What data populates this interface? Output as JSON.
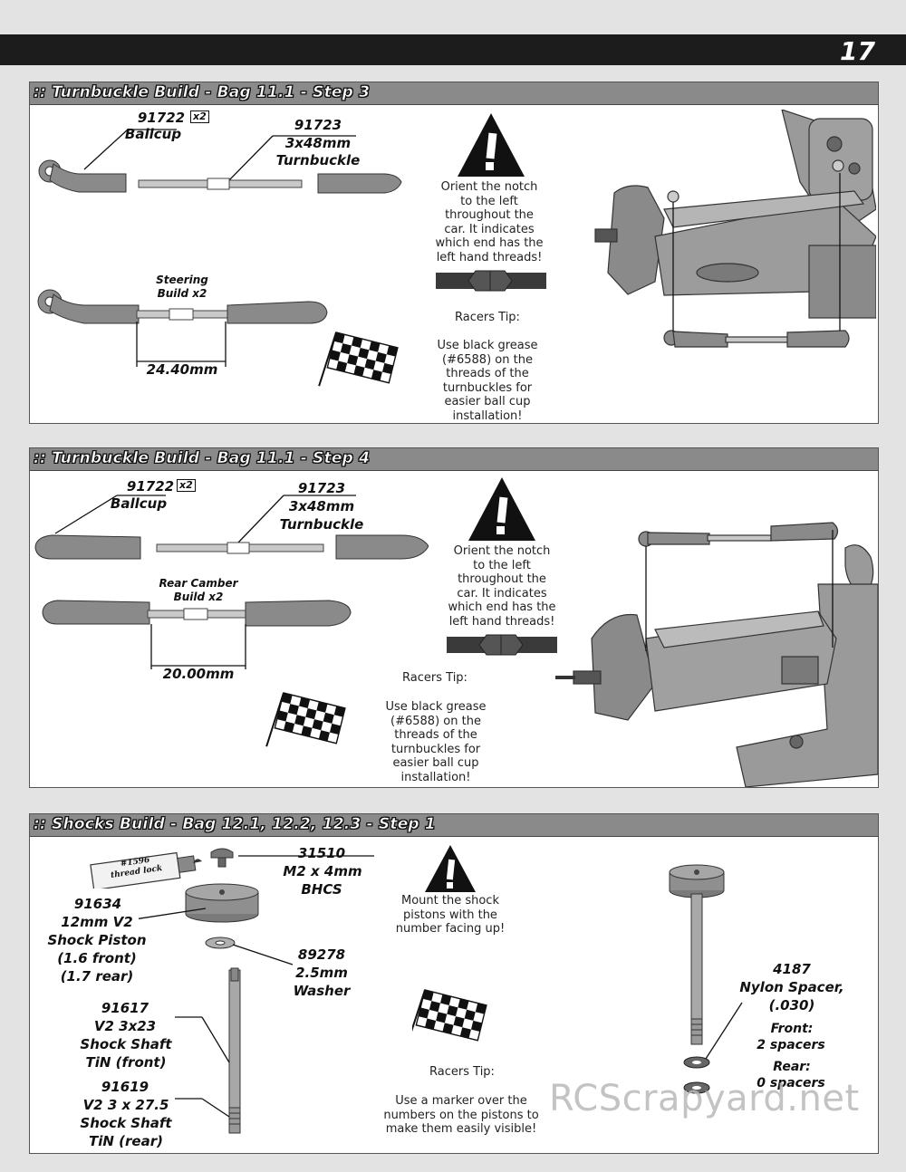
{
  "page": {
    "number": "17"
  },
  "step3": {
    "title": ":: Turnbuckle Build - Bag 11.1 - Step 3",
    "ballcup_part": "91722",
    "ballcup_qty": "x2",
    "ballcup_name": "Ballcup",
    "turnbuckle_part": "91723",
    "turnbuckle_size": "3x48mm",
    "turnbuckle_name": "Turnbuckle",
    "assembly_name_1": "Steering",
    "assembly_name_2": "Build x2",
    "length": "24.40mm",
    "warning_lines": [
      "Orient the notch",
      "to the left",
      "throughout the",
      "car.  It indicates",
      "which end has the",
      "left hand threads!"
    ],
    "tip_title": "Racers Tip:",
    "tip_lines": [
      "Use black grease",
      "(#6588) on the",
      "threads of the",
      "turnbuckles for",
      "easier ball cup",
      "installation!"
    ]
  },
  "step4": {
    "title": ":: Turnbuckle Build - Bag 11.1 - Step 4",
    "ballcup_part": "91722",
    "ballcup_qty": "x2",
    "ballcup_name": "Ballcup",
    "turnbuckle_part": "91723",
    "turnbuckle_size": "3x48mm",
    "turnbuckle_name": "Turnbuckle",
    "assembly_name_1": "Rear Camber",
    "assembly_name_2": "Build x2",
    "length": "20.00mm",
    "warning_lines": [
      "Orient the notch",
      "to the left",
      "throughout the",
      "car.  It indicates",
      "which end has the",
      "left hand threads!"
    ],
    "tip_title": "Racers Tip:",
    "tip_lines": [
      "Use black grease",
      "(#6588) on the",
      "threads of the",
      "turnbuckles for",
      "easier ball cup",
      "installation!"
    ]
  },
  "step5": {
    "title": ":: Shocks Build - Bag 12.1, 12.2, 12.3 - Step 1",
    "threadlock_1": "#1596",
    "threadlock_2": "thread lock",
    "screw_part": "31510",
    "screw_size": "M2 x 4mm",
    "screw_name": "BHCS",
    "piston_part": "91634",
    "piston_l1": "12mm V2",
    "piston_l2": "Shock Piston",
    "piston_l3": "(1.6 front)",
    "piston_l4": "(1.7 rear)",
    "washer_part": "89278",
    "washer_size": "2.5mm",
    "washer_name": "Washer",
    "shaft_front_part": "91617",
    "shaft_front_l1": "V2 3x23",
    "shaft_front_l2": "Shock Shaft",
    "shaft_front_l3": "TiN (front)",
    "shaft_rear_part": "91619",
    "shaft_rear_l1": "V2 3 x 27.5",
    "shaft_rear_l2": "Shock Shaft",
    "shaft_rear_l3": "TiN (rear)",
    "spacer_part": "4187",
    "spacer_l1": "Nylon Spacer,",
    "spacer_l2": "(.030)",
    "front_label": "Front:",
    "front_value": "2 spacers",
    "rear_label": "Rear:",
    "rear_value": "0 spacers",
    "warning_lines": [
      "Mount the shock",
      "pistons with the",
      "number facing up!"
    ],
    "tip_title": "Racers Tip:",
    "tip_lines": [
      "Use a marker over the",
      "numbers on the pistons to",
      "make them easily visible!"
    ]
  },
  "watermark": "RCScrapyard.net"
}
